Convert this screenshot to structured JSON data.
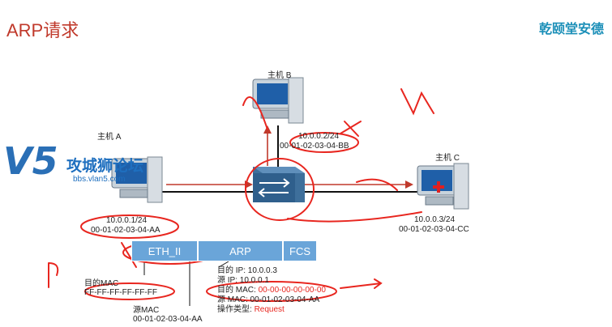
{
  "slide": {
    "title": "ARP请求",
    "brand": "乾颐堂安德"
  },
  "watermark": {
    "logo": "V5",
    "text": "攻城狮论坛",
    "url": "bbs.vlan5.com"
  },
  "hosts": {
    "a": {
      "name": "主机 A",
      "ip": "10.0.0.1/24",
      "mac": "00-01-02-03-04-AA"
    },
    "b": {
      "name": "主机 B",
      "ip": "10.0.0.2/24",
      "mac": "00-01-02-03-04-BB"
    },
    "c": {
      "name": "主机 C",
      "ip": "10.0.0.3/24",
      "mac": "00-01-02-03-04-CC"
    }
  },
  "frame": {
    "eth": "ETH_II",
    "arp": "ARP",
    "fcs": "FCS"
  },
  "eth_fields": {
    "dst_label": "目的MAC",
    "dst_value": "FF-FF-FF-FF-FF-FF",
    "src_label": "源MAC",
    "src_value": "00-01-02-03-04-AA"
  },
  "arp_fields": {
    "dst_ip": "目的 IP: 10.0.0.3",
    "src_ip": "源    IP: 10.0.0.1",
    "dst_mac_label": "目的 MAC: ",
    "dst_mac_value": "00-00-00-00-00-00",
    "src_mac": "源    MAC: 00-01-02-03-04-AA",
    "op_label": "操作类型: ",
    "op_value": "Request"
  },
  "colors": {
    "title": "#c0392b",
    "brand": "#1b8fb8",
    "frame": "#6aa5d9",
    "ink": "#e8261f"
  }
}
